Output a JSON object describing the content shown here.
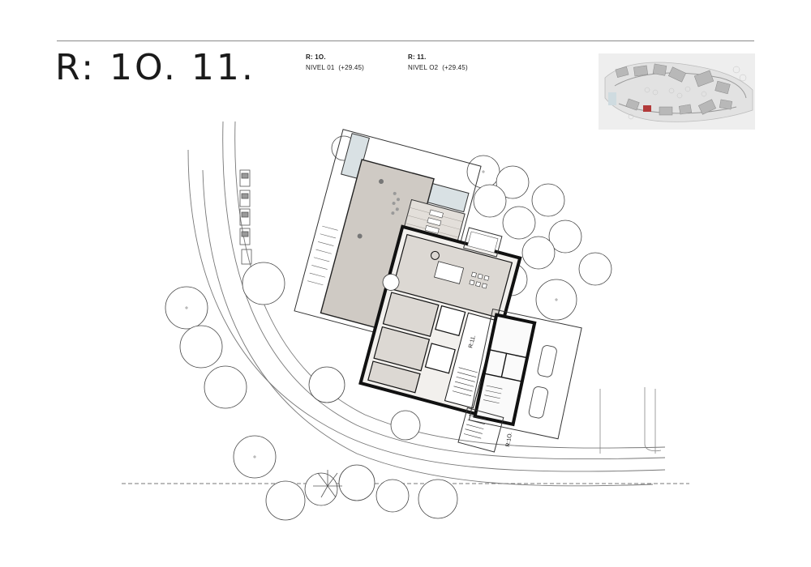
{
  "header": {
    "title": "R: 1O. 11."
  },
  "levels": [
    {
      "ref": "R: 1O.",
      "name": "NIVEL 01",
      "elevation": "(+29.45)"
    },
    {
      "ref": "R: 11.",
      "name": "NIVEL O2",
      "elevation": "(+29.45)"
    }
  ],
  "plan": {
    "labels": {
      "r11": "R:11.",
      "r10": "R:1O."
    }
  },
  "colors": {
    "slab": "#cfcac4",
    "pool": "#d9e1e4",
    "wall": "#111111",
    "line": "#555555",
    "highlight": "#b23a3a"
  }
}
